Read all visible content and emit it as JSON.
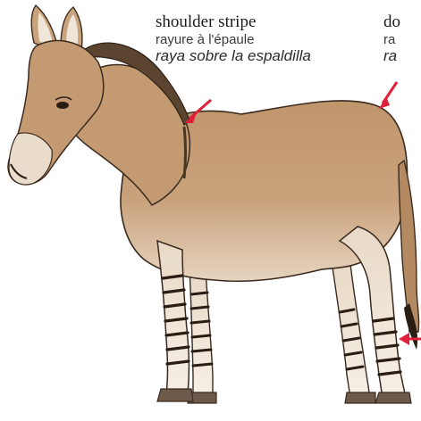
{
  "labels": {
    "shoulder": {
      "en": "shoulder stripe",
      "fr": "rayure à l'épaule",
      "es": "raya sobre la espaldilla"
    },
    "dorsal_partial": {
      "en": "do",
      "fr": "ra",
      "es": "ra"
    }
  },
  "colors": {
    "body": "#c49a72",
    "belly": "#eee0cd",
    "muzzle": "#e9dccb",
    "mane": "#5c4530",
    "stripe": "#2a1d14",
    "pointer": "#e0203a"
  },
  "illustration": "donkey"
}
